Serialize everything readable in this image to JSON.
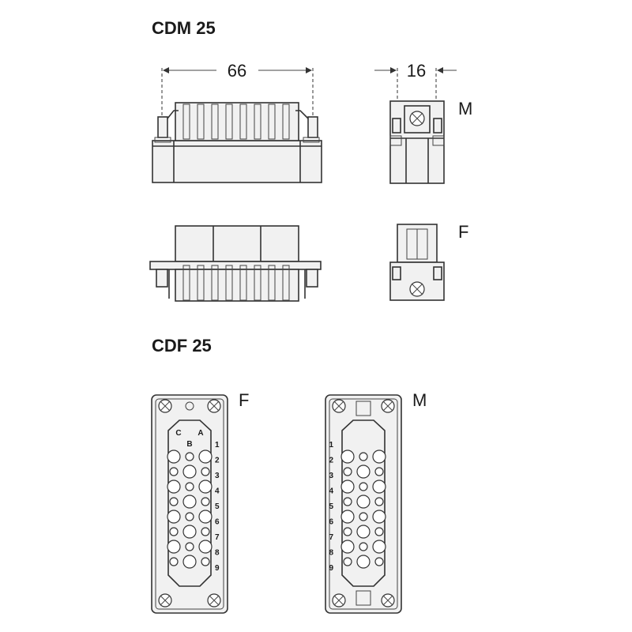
{
  "sections": {
    "cdm": {
      "title": "CDM 25",
      "width_dimension": "66",
      "depth_dimension": "16",
      "label_m": "M",
      "label_f": "F"
    },
    "cdf": {
      "title": "CDF 25",
      "label_f": "F",
      "label_m": "M",
      "column_letters": [
        "C",
        "B",
        "A"
      ],
      "row_numbers": [
        "1",
        "2",
        "3",
        "4",
        "5",
        "6",
        "7",
        "8",
        "9"
      ]
    }
  }
}
